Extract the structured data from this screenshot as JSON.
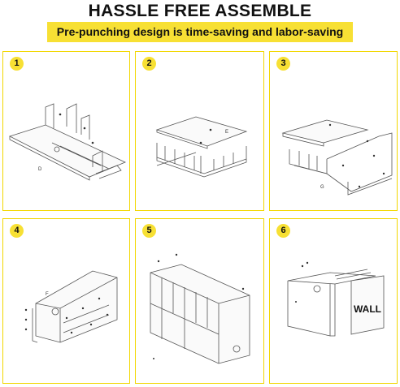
{
  "header": {
    "title": "HASSLE FREE ASSEMBLE",
    "subtitle": "Pre-punching design is time-saving and labor-saving"
  },
  "steps": [
    {
      "number": "1",
      "labels": [
        "D"
      ]
    },
    {
      "number": "2",
      "labels": [
        "E"
      ]
    },
    {
      "number": "3",
      "labels": [
        "G"
      ]
    },
    {
      "number": "4",
      "labels": [
        "F"
      ]
    },
    {
      "number": "5",
      "labels": []
    },
    {
      "number": "6",
      "labels": [
        "WALL"
      ]
    }
  ],
  "colors": {
    "accent": "#f7e034",
    "border": "#f2d700",
    "line": "#555555"
  }
}
